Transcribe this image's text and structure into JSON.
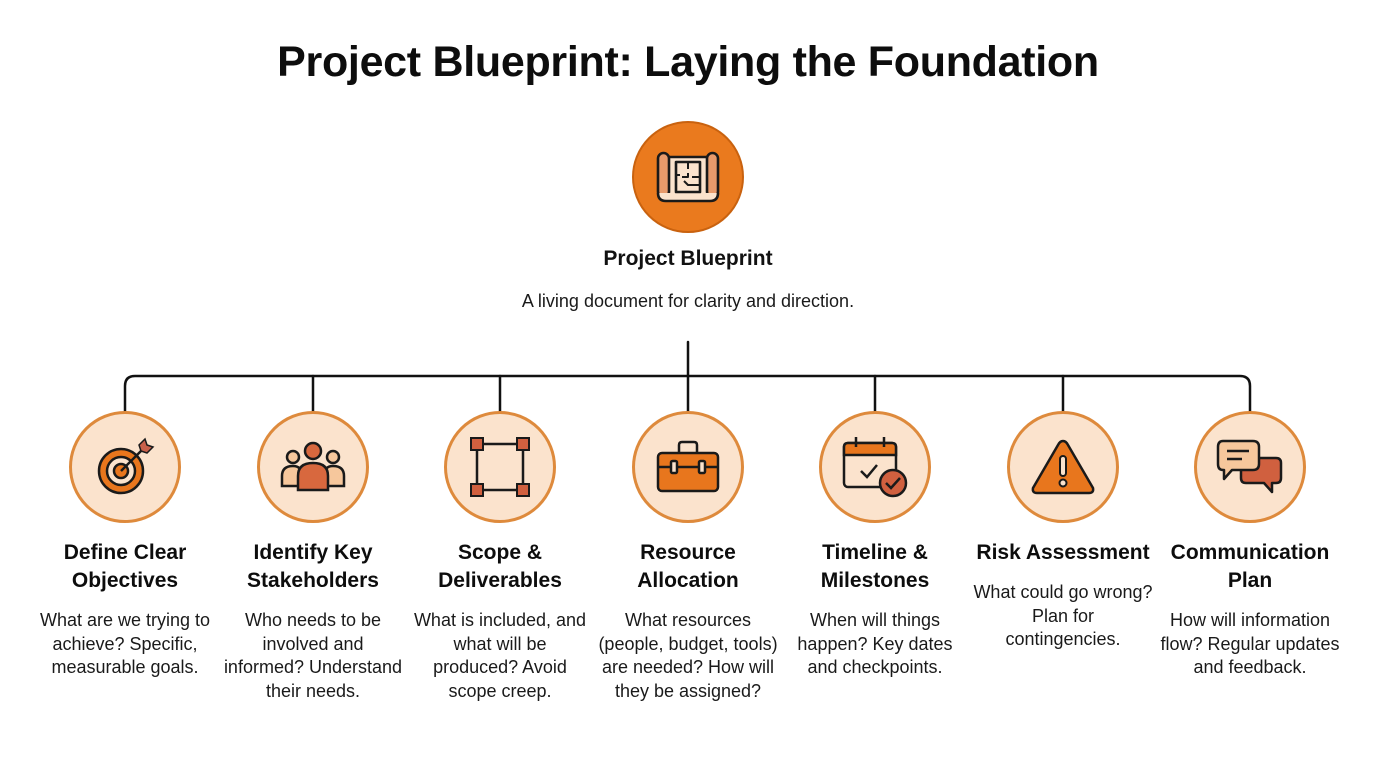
{
  "title": "Project Blueprint: Laying the Foundation",
  "colors": {
    "accent_orange": "#ea7a1e",
    "node_fill": "#fbe3cd",
    "node_border": "#de8a3c",
    "icon_red": "#d0603f",
    "line": "#111111"
  },
  "root": {
    "icon": "blueprint-icon",
    "title": "Project Blueprint",
    "description": "A living document for clarity and direction."
  },
  "nodes": [
    {
      "icon": "target-icon",
      "title": "Define Clear Objectives",
      "description": "What are we trying to achieve? Specific, measurable goals."
    },
    {
      "icon": "people-icon",
      "title": "Identify Key Stakeholders",
      "description": "Who needs to be involved and informed? Understand their needs."
    },
    {
      "icon": "scope-frame-icon",
      "title": "Scope & Deliverables",
      "description": "What is included, and what will be produced? Avoid scope creep."
    },
    {
      "icon": "toolbox-icon",
      "title": "Resource Allocation",
      "description": "What resources (people, budget, tools) are needed? How will they be assigned?"
    },
    {
      "icon": "calendar-check-icon",
      "title": "Timeline & Milestones",
      "description": "When will things happen? Key dates and checkpoints."
    },
    {
      "icon": "warning-icon",
      "title": "Risk Assessment",
      "description": "What could go wrong? Plan for contingencies."
    },
    {
      "icon": "chat-bubbles-icon",
      "title": "Communication Plan",
      "description": "How will information flow? Regular updates and feedback."
    }
  ]
}
